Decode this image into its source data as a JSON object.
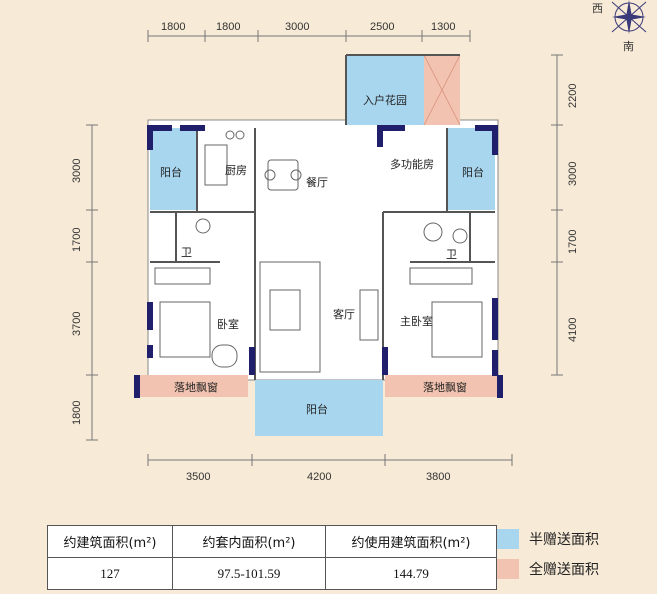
{
  "compass": {
    "west": "西",
    "south": "南"
  },
  "dims": {
    "top": [
      "1800",
      "1800",
      "3000",
      "2500",
      "1300"
    ],
    "left": [
      "3000",
      "1700",
      "3700",
      "1800"
    ],
    "right": [
      "2200",
      "3000",
      "1700",
      "4100"
    ],
    "bottom": [
      "3500",
      "4200",
      "3800"
    ]
  },
  "rooms": {
    "entry_garden": "入户花园",
    "balcony_left": "阳台",
    "kitchen": "厨房",
    "dining": "餐厅",
    "multi": "多功能房",
    "balcony_right": "阳台",
    "bath_left": "卫",
    "bath_right": "卫",
    "bedroom": "卧室",
    "living": "客厅",
    "master": "主卧室",
    "bay_left": "落地飘窗",
    "bay_right": "落地飘窗",
    "balcony_bottom": "阳台"
  },
  "table": {
    "headers": [
      "约建筑面积(m²)",
      "约套内面积(m²)",
      "约使用建筑面积(m²)"
    ],
    "values": [
      "127",
      "97.5-101.59",
      "144.79"
    ]
  },
  "legend": {
    "half": {
      "label": "半赠送面积",
      "color": "#a9d6ef"
    },
    "full": {
      "label": "全赠送面积",
      "color": "#f2c3b0"
    }
  }
}
